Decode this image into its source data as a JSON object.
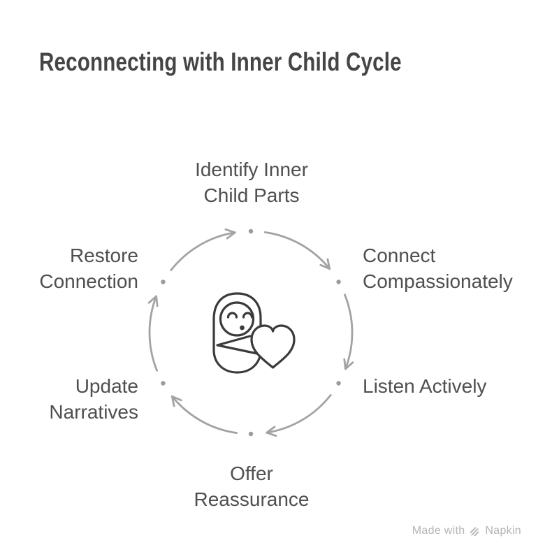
{
  "title": "Reconnecting with Inner Child Cycle",
  "cycle": {
    "direction": "clockwise",
    "center_icon": "swaddled-baby-with-heart",
    "steps": [
      {
        "position": "top",
        "label": "Identify Inner\nChild Parts"
      },
      {
        "position": "upper-right",
        "label": "Connect\nCompassionately"
      },
      {
        "position": "lower-right",
        "label": "Listen Actively"
      },
      {
        "position": "bottom",
        "label": "Offer\nReassurance"
      },
      {
        "position": "lower-left",
        "label": "Update\nNarratives"
      },
      {
        "position": "upper-left",
        "label": "Restore\nConnection"
      }
    ]
  },
  "watermark": {
    "text": "Made with",
    "brand": "Napkin"
  },
  "colors": {
    "background": "#ffffff",
    "title": "#454545",
    "label": "#4f4f4f",
    "ring": "#a3a3a3",
    "dot": "#9b9b9b",
    "icon": "#3b3b3b",
    "watermark": "#b5b5b5"
  }
}
